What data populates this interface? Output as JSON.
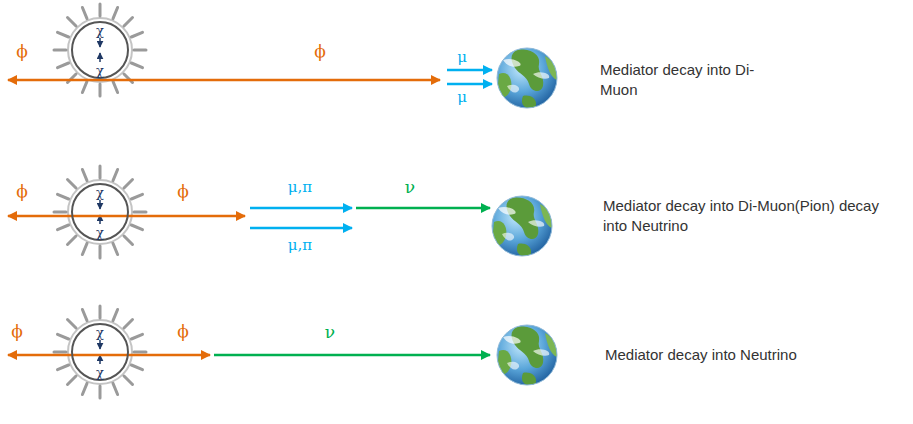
{
  "diagram": {
    "nodes": [
      {
        "text": [
          "χ",
          "χ"
        ]
      },
      {
        "text": [
          "χ",
          "χ"
        ]
      },
      {
        "text": [
          "χ",
          "χ"
        ]
      }
    ],
    "labels": [
      "ϕ",
      "ϕ",
      "μ",
      "μ",
      "Mediator decay into Di-Muon",
      "ϕ",
      "ϕ",
      "μ,π",
      "μ,π",
      "ν",
      "Mediator decay into Di-Muon(Pion) decay into Neutrino",
      "ϕ",
      "ϕ",
      "ν",
      "Mediator decay into Neutrino"
    ]
  }
}
